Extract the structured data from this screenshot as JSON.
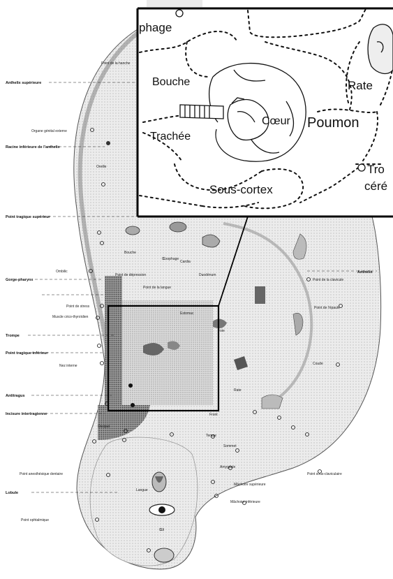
{
  "zoom_labels": {
    "phage": "phage",
    "bouche": "Bouche",
    "rate": "Rate",
    "coeur": "Cœur",
    "poumon": "Poumon",
    "trachee": "Trachée",
    "tro": "Tro",
    "cere": "céré",
    "sous_cortex": "Sous-cortex"
  },
  "left_labels": [
    "Anthelix supérieure",
    "Organe génital externe",
    "Racine inférieure de l'anthelix",
    "Point tragique supérieur",
    "Ombilic",
    "Gorge-pharynx",
    "Point de stress",
    "Muscle crico-thyroïdien",
    "Trompe",
    "Point tragique inférieur",
    "Nez interne",
    "Antitragus",
    "Incisure intertragienne",
    "Lobule",
    "Point anesthésique dentaire",
    "Point ophtalmique"
  ],
  "right_labels": [
    "Anthelix",
    "Point de la clavicule",
    "Point de l'épaule",
    "Coude",
    "Point sous-claviculaire"
  ],
  "center_labels": [
    "Point de la hanche",
    "Oreille",
    "Point de dépression",
    "Œil",
    "Point de la langue",
    "Occiput",
    "Front",
    "Tempe",
    "Sommet",
    "Amygdale",
    "Mâchoire supérieure",
    "Mâchoire inférieure",
    "Bouche",
    "Langue",
    "Œsophage",
    "Cardia",
    "Estomac",
    "Duodénum",
    "Foie",
    "Rate"
  ]
}
